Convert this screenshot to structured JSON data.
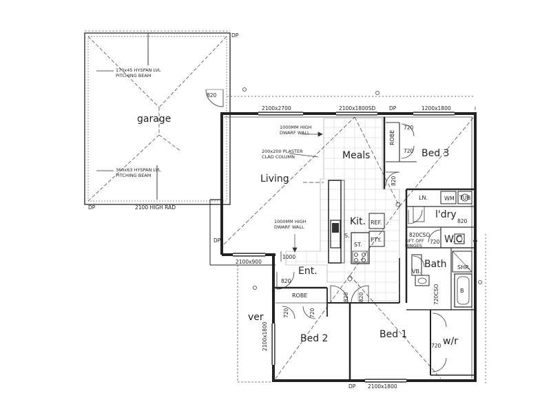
{
  "rooms": {
    "garage": "garage",
    "meals": "Meals",
    "living": "Living",
    "bed3": "Bed 3",
    "kit": "Kit.",
    "ldry": "l'dry",
    "wc": "W.C.",
    "bath": "Bath",
    "ent": "Ent.",
    "bed2": "Bed 2",
    "bed1": "Bed 1",
    "ver": "ver",
    "wir": "w/r"
  },
  "notes": {
    "hyspan_top_1": "170x45 HYSPAN LVL",
    "hyspan_top_2": "PITCHING BEAM",
    "hyspan_bot_1": "360x63 HYSPAN LVL",
    "hyspan_bot_2": "PITCHING BEAM",
    "dwarf_top_1": "1000MM HIGH",
    "dwarf_top_2": "DWARF WALL",
    "column_1": "200x200 PLASTER",
    "column_2": "CLAD COLUMN",
    "dwarf_bot_1": "1000MM HIGH",
    "dwarf_bot_2": "DWARF WALL",
    "liftoff_1": "LIFT OFF",
    "liftoff_2": "HINGES"
  },
  "labels": {
    "robe_bed3": "ROBE",
    "robe_bed2": "ROBE",
    "ref": "REF.",
    "pty": "PTY.",
    "st": "ST.",
    "s": "S.",
    "ln": "LN.",
    "wm": "WM",
    "tub": "TUB",
    "shr": "SHR.",
    "vb": "VB.",
    "b": "B"
  },
  "dims": {
    "d820_garage": "820",
    "w2100x2700": "2100x2700",
    "w2100x1800sd": "2100x1800SD",
    "w1200x1800": "1200x1800",
    "dp_top": "DP",
    "dp_garage_tr": "DP",
    "dp_garage_bl": "DP",
    "dp_living": "DP",
    "dp_bottom": "DP",
    "rad": "2100 HIGH RAD",
    "d720_bed3a": "720",
    "d720_bed3b": "720",
    "d820_meals": "820",
    "d820_ldry": "820",
    "d720_wc": "720",
    "d820cso": "820CSO",
    "w2100x900": "2100x900",
    "d1000": "1000",
    "d820_ent": "820",
    "d820_b2": "820",
    "d820_b1": "820",
    "d720cso": "720CSO",
    "d720_wir": "720",
    "d720_b2robe": "720",
    "d720_b2robe2": "720",
    "w2100x1800_ver": "2100x1800",
    "w2100x1800_bot": "2100x1800"
  }
}
